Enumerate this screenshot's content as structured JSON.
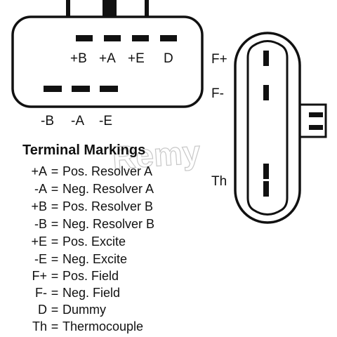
{
  "watermark": "Remy",
  "connector_left": {
    "top_pins": [
      "+B",
      "+A",
      "+E",
      "D"
    ],
    "bottom_pins": [
      "-B",
      "-A",
      "-E"
    ]
  },
  "connector_right": {
    "pins": [
      "F+",
      "F-",
      "Th"
    ]
  },
  "legend": {
    "title": "Terminal Markings",
    "equals": "=",
    "items": [
      {
        "code": "+A",
        "desc": "Pos. Resolver A"
      },
      {
        "code": "-A",
        "desc": "Neg. Resolver A"
      },
      {
        "code": "+B",
        "desc": "Pos. Resolver B"
      },
      {
        "code": "-B",
        "desc": "Neg. Resolver B"
      },
      {
        "code": "+E",
        "desc": "Pos. Excite"
      },
      {
        "code": "-E",
        "desc": "Neg. Excite"
      },
      {
        "code": "F+",
        "desc": "Pos. Field"
      },
      {
        "code": "F-",
        "desc": "Neg. Field"
      },
      {
        "code": "D",
        "desc": "Dummy"
      },
      {
        "code": "Th",
        "desc": "Thermocouple"
      }
    ]
  }
}
